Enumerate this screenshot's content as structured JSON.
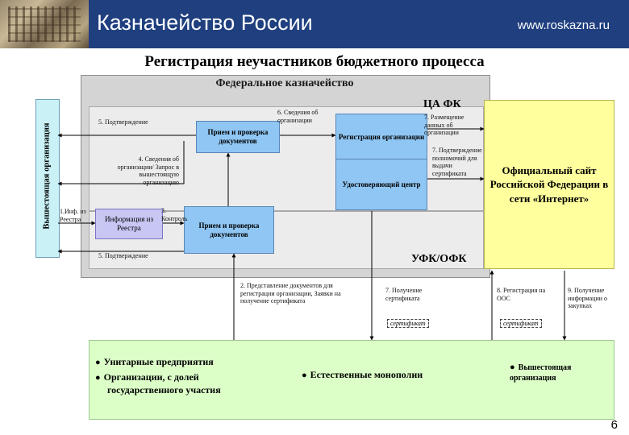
{
  "header": {
    "title": "Казначейство России",
    "url": "www.roskazna.ru"
  },
  "page_title": "Регистрация неучастников бюджетного процесса",
  "areas": {
    "federal_treasury": "Федеральное казначейство",
    "central_office": "ЦА ФК",
    "regional": "УФК/ОФК",
    "parent_org": "Вышестоящая организация"
  },
  "boxes": {
    "priem1": "Прием и проверка документов",
    "registration": "Регистрация организации",
    "certifying_center": "Удостоверяющий центр",
    "priem2": "Прием и проверка документов",
    "registry_info": "Информация из Реестра",
    "official_site": "Официальный сайт Российской Федерации в сети «Интернет»"
  },
  "steps": {
    "s5_top": "5. Подтверждение",
    "s6": "6. Сведения об организации",
    "s7_post": "7. Размещение данных об организации",
    "s4": "4. Сведения об организации/ Запрос в вышестоящую организацию",
    "s7_powers": "7. Подтверждение полномочий для выдачи сертификата",
    "s1": "1.Инф. из Реестра",
    "s3": "3. Контроль",
    "s5_bottom": "5. Подтверждение",
    "s2": "2. Представление документов для регистрации организации, Заявки на получение сертификата",
    "s7_cert": "7. Получение сертификата",
    "s8": "8. Регистрация на ООС",
    "s9": "9. Получение информации о закупках",
    "cert1": "сертификат",
    "cert2": "сертификат"
  },
  "bottom": {
    "item1_line1": "Унитарные предприятия",
    "item2_line1": "Организации, с долей",
    "item2_line2": "государственного участия",
    "item3": "Естественные монополии",
    "item4": "Вышестоящая организация"
  },
  "page_number": "6",
  "colors": {
    "header_bg": "#1f3f7f",
    "process_box": "#8fc6f3",
    "registry_box": "#c8c6f3",
    "site_box": "#ffff9e",
    "bottom_area": "#dcffc8",
    "sidebar": "#c9f1f6"
  }
}
